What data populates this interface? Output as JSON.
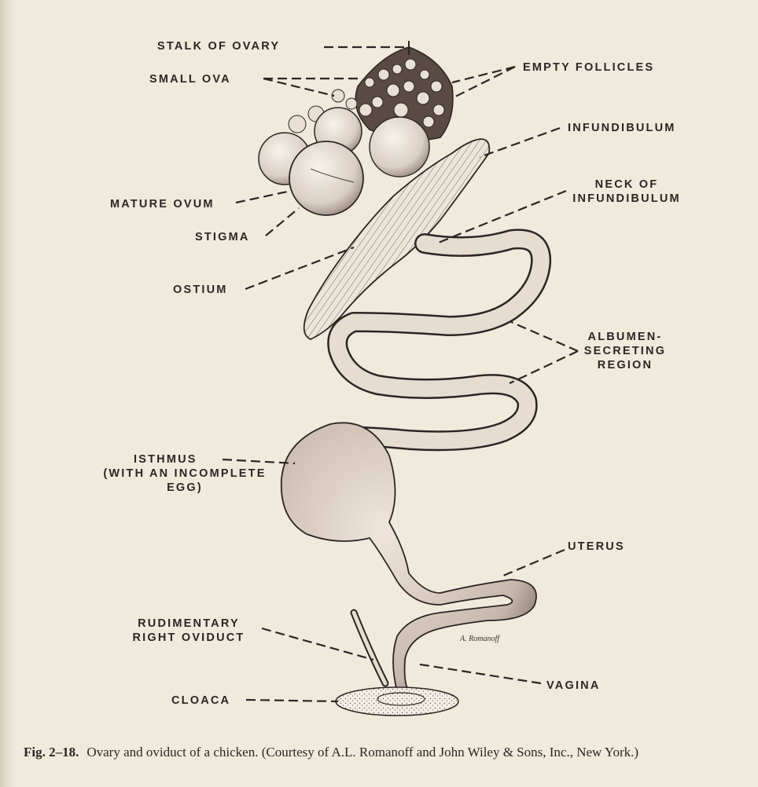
{
  "labels": {
    "stalk_of_ovary": "STALK OF OVARY",
    "small_ova": "SMALL OVA",
    "empty_follicles": "EMPTY FOLLICLES",
    "infundibulum": "INFUNDIBULUM",
    "neck_of_infundibulum_line1": "NECK OF",
    "neck_of_infundibulum_line2": "INFUNDIBULUM",
    "mature_ovum": "MATURE OVUM",
    "stigma": "STIGMA",
    "ostium": "OSTIUM",
    "albumen_line1": "ALBUMEN-",
    "albumen_line2": "SECRETING",
    "albumen_line3": "REGION",
    "isthmus_line1": "ISTHMUS",
    "isthmus_line2": "(WITH AN INCOMPLETE",
    "isthmus_line3": "EGG)",
    "uterus": "UTERUS",
    "rudimentary_line1": "RUDIMENTARY",
    "rudimentary_line2": "RIGHT OVIDUCT",
    "vagina": "VAGINA",
    "cloaca": "CLOACA"
  },
  "artist_signature": "A. Romanoff",
  "caption": {
    "figure_number": "Fig. 2–18.",
    "text": "Ovary and oviduct of a chicken. (Courtesy of A.L. Romanoff and John Wiley & Sons, Inc., New York.)"
  },
  "colors": {
    "paper": "#efeadc",
    "ink": "#2b2624",
    "shade": "#c9b8a8"
  }
}
